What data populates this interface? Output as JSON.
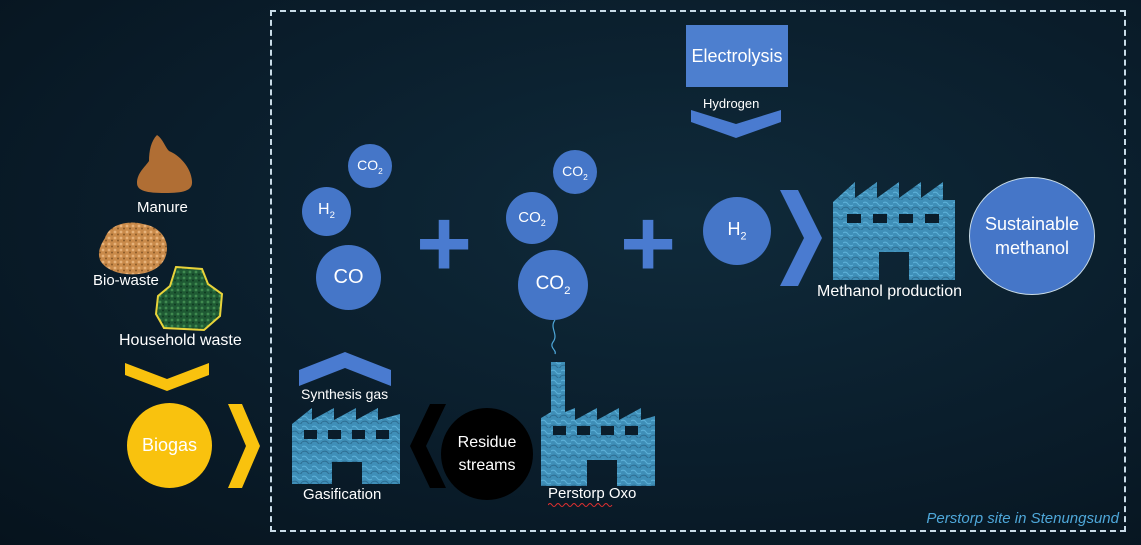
{
  "inputs": {
    "manure": "Manure",
    "biowaste": "Bio-waste",
    "household": "Household waste",
    "biogas": "Biogas"
  },
  "molecules": {
    "co2": "CO",
    "co2_sub": "2",
    "h2": "H",
    "h2_sub": "2",
    "co": "CO"
  },
  "process": {
    "synthesis_gas": "Synthesis gas",
    "gasification": "Gasification",
    "residue_streams": "Residue streams",
    "perstorp_oxo": "Perstorp Oxo",
    "electrolysis": "Electrolysis",
    "hydrogen": "Hydrogen",
    "methanol_production": "Methanol production",
    "sustainable_methanol": "Sustainable methanol"
  },
  "site_label": "Perstorp site in Stenungsund",
  "colors": {
    "blue_node": "#4576c8",
    "factory": "#3f8fb8",
    "biogas": "#f9c20e",
    "dash": "#c9dce8",
    "site_text": "#4ea7d9"
  }
}
